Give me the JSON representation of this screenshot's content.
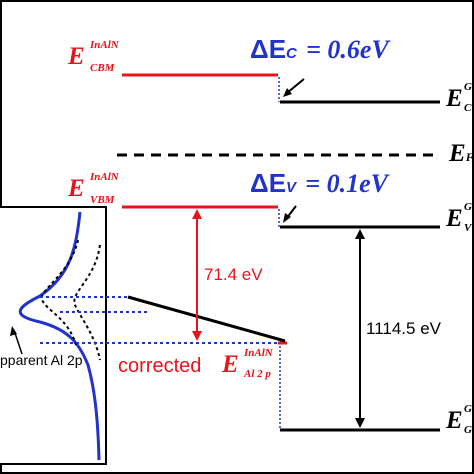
{
  "colors": {
    "inaln": "#e8141c",
    "offset": "#2233cc",
    "gan": "#000000"
  },
  "labels": {
    "e_cbm": {
      "main": "E",
      "sup": "InAlN",
      "sub": "CBM"
    },
    "e_vbm": {
      "main": "E",
      "sup": "InAlN",
      "sub": "VBM"
    },
    "delta_ec": "ΔE",
    "delta_ec_sub": "C",
    "delta_ec_val": "= 0.6eV",
    "delta_ev": "ΔE",
    "delta_ev_sub": "V",
    "delta_ev_val": "= 0.1eV",
    "gan_c": {
      "main": "E",
      "sup": "G",
      "sub": "C"
    },
    "e_f": "E",
    "e_f_sub": "F",
    "gan_v": {
      "main": "E",
      "sup": "G",
      "sub": "V"
    },
    "gan_g": {
      "main": "E",
      "sup": "G",
      "sub": "G"
    },
    "gap_inaln": "71.4 eV",
    "gap_gan": "1114.5 eV",
    "corrected": "corrected",
    "corrected_e": {
      "main": "E",
      "sup": "InAlN",
      "sub": "Al 2 p"
    },
    "inset_label": "pparent Al 2p"
  }
}
